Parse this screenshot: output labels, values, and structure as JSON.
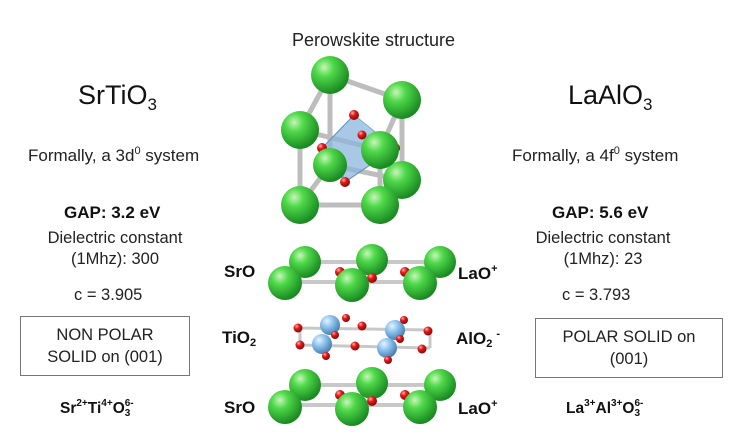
{
  "title": "Perowskite structure",
  "left": {
    "formula_base": "SrTiO",
    "formula_sub": "3",
    "formal_pre": "Formally, a 3d",
    "formal_sup": "0",
    "formal_post": " system",
    "gap": "GAP: 3.2 eV",
    "dielectric_line1": "Dielectric constant",
    "dielectric_line2": "(1Mhz): 300",
    "lattice": "c = 3.905",
    "box_line1": "NON POLAR",
    "box_line2": "SOLID on (001)",
    "ion_sr": "Sr",
    "ion_sr_charge": "2+",
    "ion_ti": "Ti",
    "ion_ti_charge": "4+",
    "ion_o": "O",
    "ion_o_sub": "3",
    "ion_o_charge": "6-"
  },
  "right": {
    "formula_base": "LaAlO",
    "formula_sub": "3",
    "formal_pre": "Formally, a 4f",
    "formal_sup": "0",
    "formal_post": " system",
    "gap": "GAP: 5.6 eV",
    "dielectric_line1": "Dielectric constant",
    "dielectric_line2": "(1Mhz): 23",
    "lattice": "c = 3.793",
    "box_line1": "POLAR SOLID on",
    "box_line2": "(001)",
    "ion_la": "La",
    "ion_la_charge": "3+",
    "ion_al": "Al",
    "ion_al_charge": "3+",
    "ion_o": "O",
    "ion_o_sub": "3",
    "ion_o_charge": "6-"
  },
  "layers": {
    "sro_top": "SrO",
    "tio2_base": "TiO",
    "tio2_sub": "2",
    "sro_bottom": "SrO",
    "lao_top_base": "LaO",
    "lao_top_sup": "+",
    "alo2_base": "AlO",
    "alo2_sub": "2",
    "alo2_sup": "-",
    "lao_bottom_base": "LaO",
    "lao_bottom_sup": "+"
  },
  "colors": {
    "sr_la_atom": "#2fc43a",
    "oxygen_atom": "#e0141c",
    "ti_al_atom": "#8ec4ea",
    "octahedron": "#8cb6dc",
    "bond": "#c8c8c8"
  }
}
